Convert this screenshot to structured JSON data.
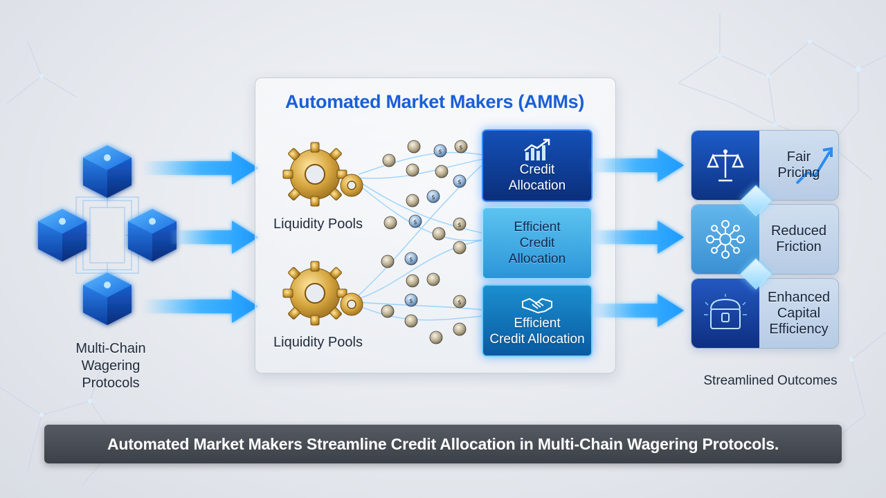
{
  "title": "Automated Market Makers (AMMs)",
  "left": {
    "label_lines": [
      "Multi-Chain",
      "Wagering",
      "Protocols"
    ]
  },
  "pools": [
    {
      "label": "Liquidity Pools"
    },
    {
      "label": "Liquidity Pools"
    }
  ],
  "credit_boxes": [
    {
      "lines": [
        "Credit",
        "Allocation"
      ],
      "icon": "bar-chart-trend-icon"
    },
    {
      "lines": [
        "Efficient",
        "Credit",
        "Allocation"
      ],
      "icon": ""
    },
    {
      "lines": [
        "Efficient",
        "Credit Allocation"
      ],
      "icon": "handshake-icon"
    }
  ],
  "outcomes": [
    {
      "lines": [
        "Fair",
        "Pricing"
      ],
      "icon": "scales-icon"
    },
    {
      "lines": [
        "Reduced",
        "Friction"
      ],
      "icon": "network-hub-icon"
    },
    {
      "lines": [
        "Enhanced",
        "Capital",
        "Efficiency"
      ],
      "icon": "treasure-chest-icon"
    }
  ],
  "outcomes_label": "Streamlined Outcomes",
  "caption": "Automated Market Makers Streamline Credit Allocation in Multi-Chain Wagering Protocols.",
  "colors": {
    "accent_blue": "#1a5fd6",
    "glow_blue": "#2aa8ff",
    "gold": "#c99a2e",
    "caption_bg": "#4a4e55"
  }
}
